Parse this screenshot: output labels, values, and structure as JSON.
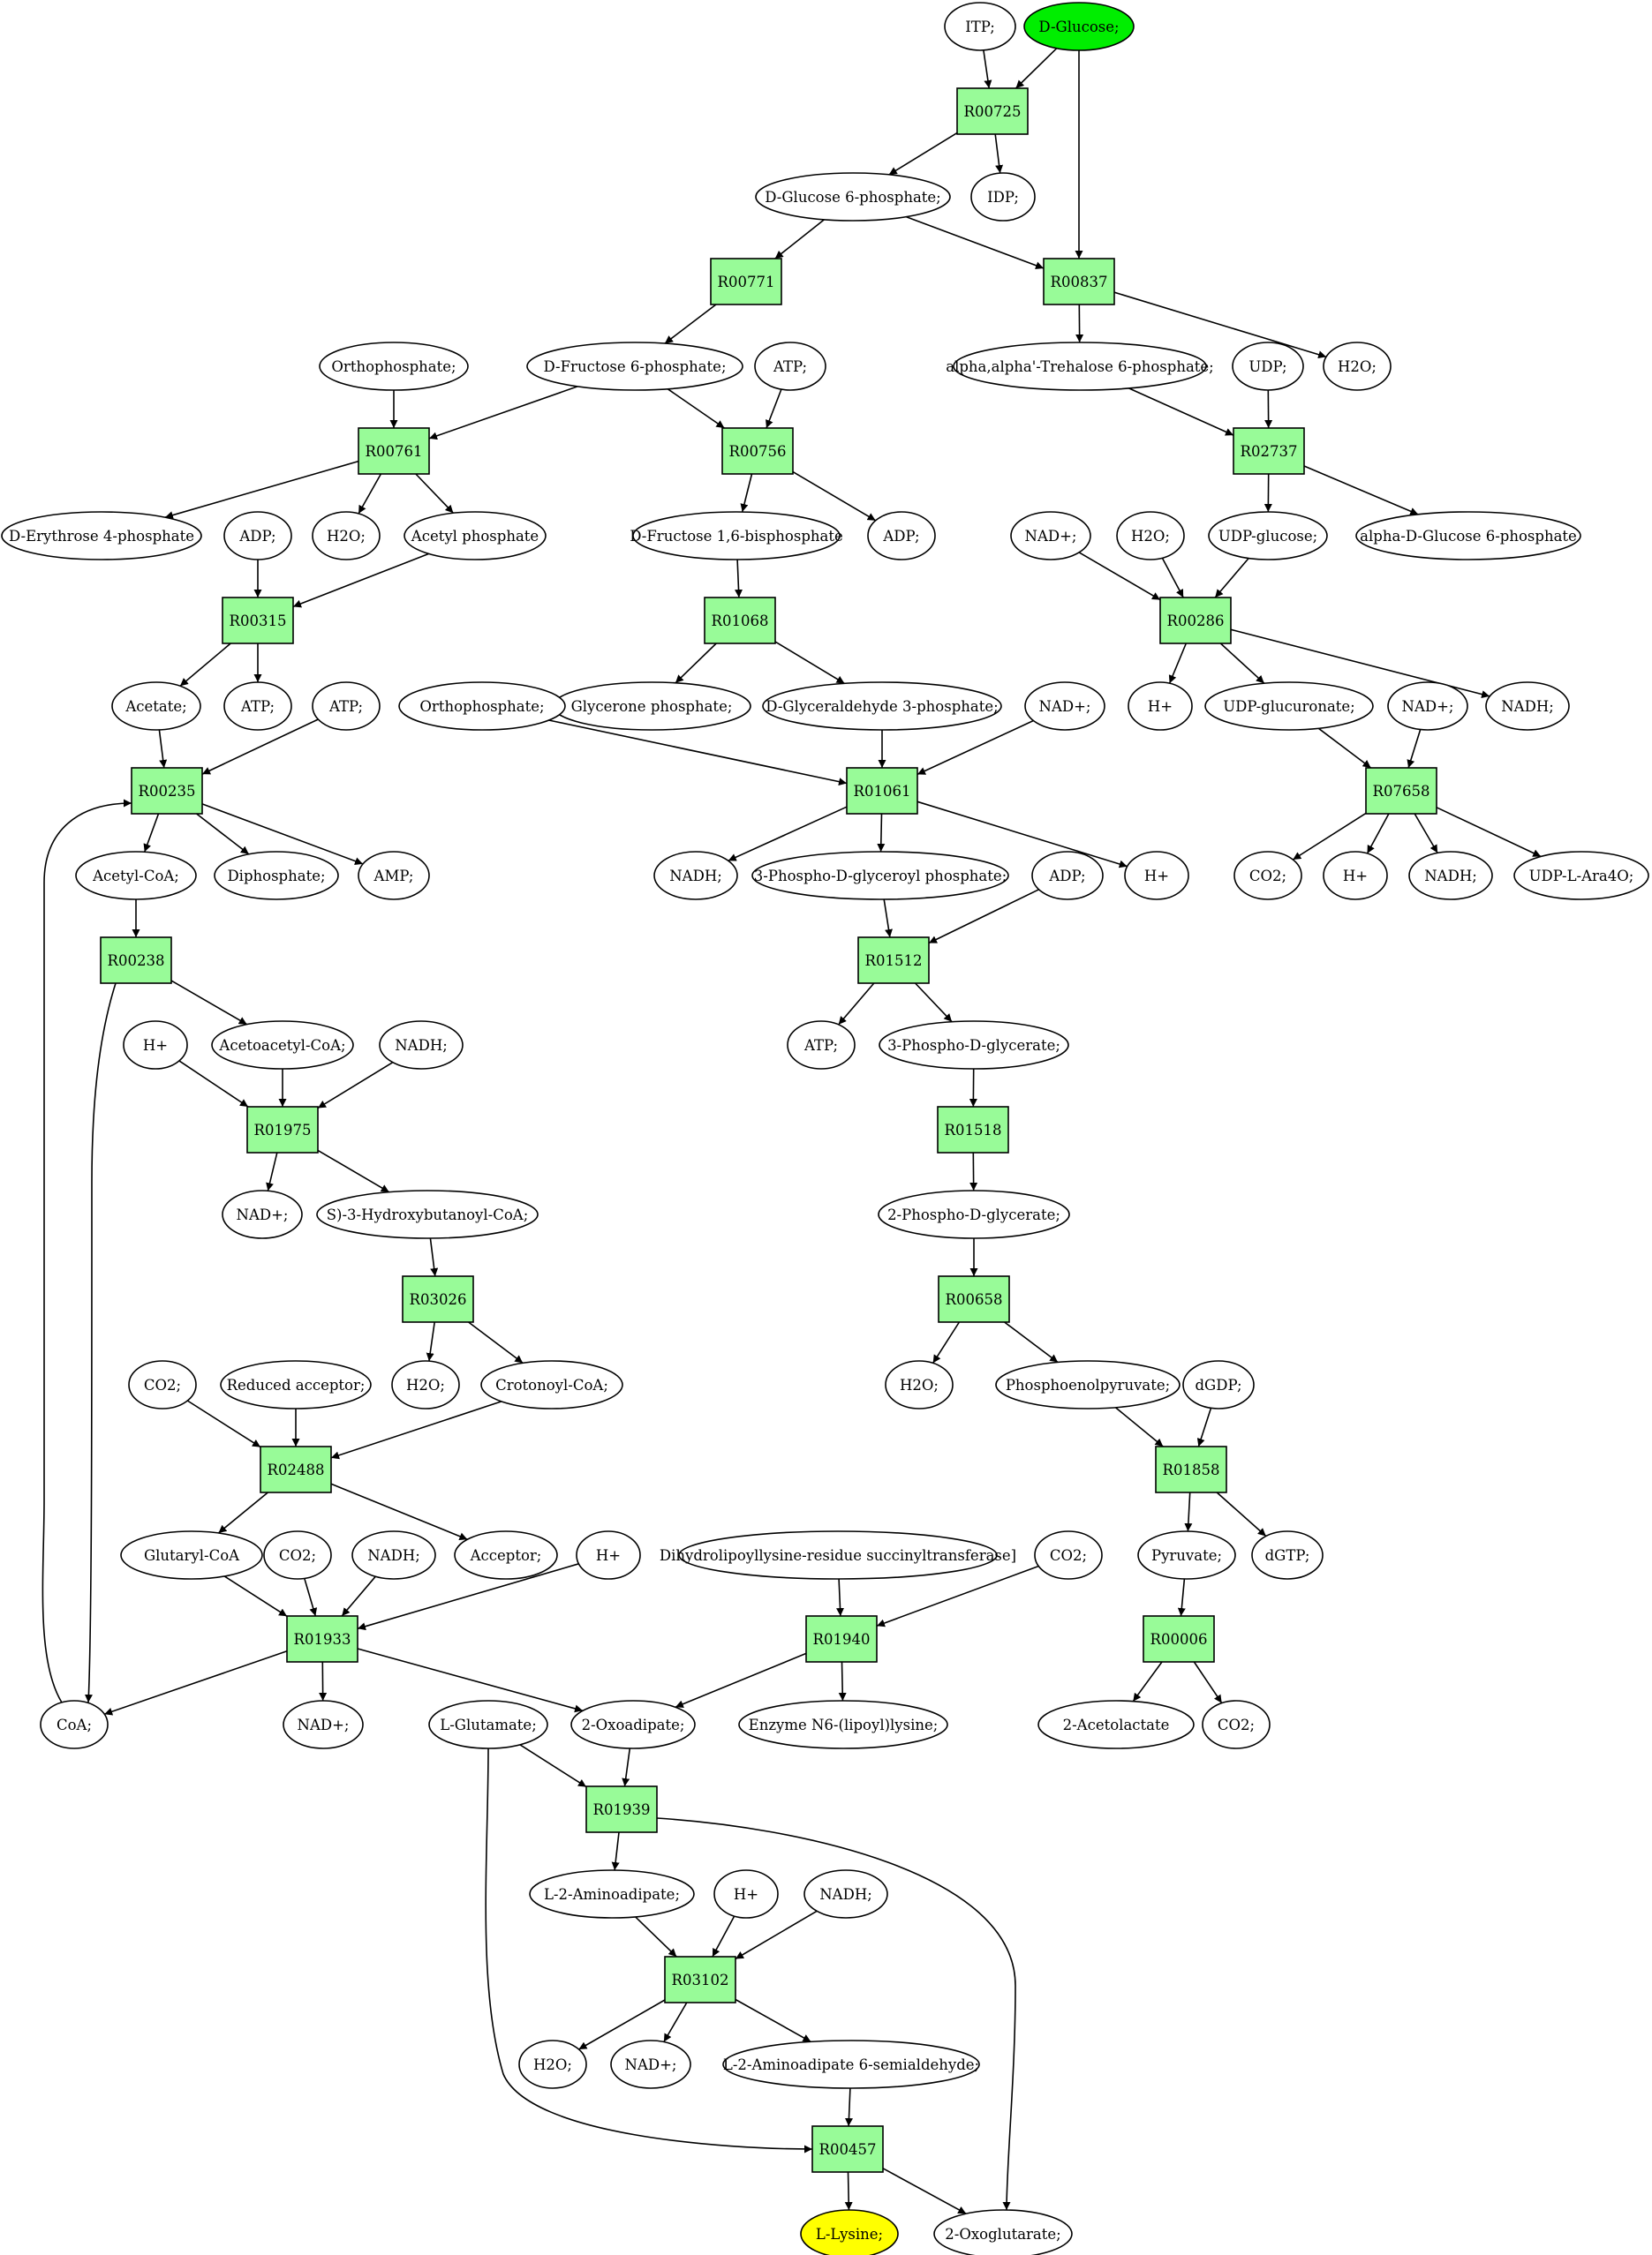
{
  "colors": {
    "reaction_fill": "#98fb98",
    "compound_fill": "#ffffff",
    "source_fill": "#00ee00",
    "target_fill": "#ffff00",
    "stroke": "#000000"
  },
  "compounds": [
    {
      "id": "itp",
      "label": "ITP;"
    },
    {
      "id": "dglucose",
      "label": "D-Glucose;",
      "role": "source"
    },
    {
      "id": "g6p",
      "label": "D-Glucose 6-phosphate;"
    },
    {
      "id": "idp",
      "label": "IDP;"
    },
    {
      "id": "f6p",
      "label": "D-Fructose 6-phosphate;"
    },
    {
      "id": "pi1",
      "label": "Orthophosphate;"
    },
    {
      "id": "atp1",
      "label": "ATP;"
    },
    {
      "id": "tre6p",
      "label": "alpha,alpha'-Trehalose 6-phosphate;"
    },
    {
      "id": "udp",
      "label": "UDP;"
    },
    {
      "id": "h2o1",
      "label": "H2O;"
    },
    {
      "id": "e4p",
      "label": "D-Erythrose 4-phosphate"
    },
    {
      "id": "h2o2",
      "label": "H2O;"
    },
    {
      "id": "acp",
      "label": "Acetyl phosphate"
    },
    {
      "id": "adp1",
      "label": "ADP;"
    },
    {
      "id": "fbp",
      "label": "D-Fructose 1,6-bisphosphate"
    },
    {
      "id": "adp2",
      "label": "ADP;"
    },
    {
      "id": "nad1",
      "label": "NAD+;"
    },
    {
      "id": "h2o3",
      "label": "H2O;"
    },
    {
      "id": "udpg",
      "label": "UDP-glucose;"
    },
    {
      "id": "ag6p",
      "label": "alpha-D-Glucose 6-phosphate"
    },
    {
      "id": "acetate",
      "label": "Acetate;"
    },
    {
      "id": "atp2",
      "label": "ATP;"
    },
    {
      "id": "atp3",
      "label": "ATP;"
    },
    {
      "id": "glycp",
      "label": "Glycerone phosphate;"
    },
    {
      "id": "gap",
      "label": "D-Glyceraldehyde 3-phosphate;"
    },
    {
      "id": "pi2",
      "label": "Orthophosphate;"
    },
    {
      "id": "nad2",
      "label": "NAD+;"
    },
    {
      "id": "hplus1",
      "label": "H+"
    },
    {
      "id": "udpgluc",
      "label": "UDP-glucuronate;"
    },
    {
      "id": "nad3",
      "label": "NAD+;"
    },
    {
      "id": "nadh1",
      "label": "NADH;"
    },
    {
      "id": "acoa",
      "label": "Acetyl-CoA;"
    },
    {
      "id": "ppi",
      "label": "Diphosphate;"
    },
    {
      "id": "amp",
      "label": "AMP;"
    },
    {
      "id": "nadh2",
      "label": "NADH;"
    },
    {
      "id": "bpg",
      "label": "3-Phospho-D-glyceroyl phosphate;"
    },
    {
      "id": "adp3",
      "label": "ADP;"
    },
    {
      "id": "hplus2",
      "label": "H+"
    },
    {
      "id": "co2a",
      "label": "CO2;"
    },
    {
      "id": "hplus3",
      "label": "H+"
    },
    {
      "id": "nadh3",
      "label": "NADH;"
    },
    {
      "id": "udpara",
      "label": "UDP-L-Ara4O;"
    },
    {
      "id": "hplus4",
      "label": "H+"
    },
    {
      "id": "aacoa",
      "label": "Acetoacetyl-CoA;"
    },
    {
      "id": "nadh4",
      "label": "NADH;"
    },
    {
      "id": "atp4",
      "label": "ATP;"
    },
    {
      "id": "pg3",
      "label": "3-Phospho-D-glycerate;"
    },
    {
      "id": "nad4",
      "label": "NAD+;"
    },
    {
      "id": "hbcoa",
      "label": "S)-3-Hydroxybutanoyl-CoA;"
    },
    {
      "id": "pg2",
      "label": "2-Phospho-D-glycerate;"
    },
    {
      "id": "co2b",
      "label": "CO2;"
    },
    {
      "id": "redacc",
      "label": "Reduced acceptor;"
    },
    {
      "id": "h2o4",
      "label": "H2O;"
    },
    {
      "id": "crcoa",
      "label": "Crotonoyl-CoA;"
    },
    {
      "id": "h2o5",
      "label": "H2O;"
    },
    {
      "id": "pep",
      "label": "Phosphoenolpyruvate;"
    },
    {
      "id": "dgdp",
      "label": "dGDP;"
    },
    {
      "id": "glcoa",
      "label": "Glutaryl-CoA"
    },
    {
      "id": "co2c",
      "label": "CO2;"
    },
    {
      "id": "nadh5",
      "label": "NADH;"
    },
    {
      "id": "acc",
      "label": "Acceptor;"
    },
    {
      "id": "hplus5",
      "label": "H+"
    },
    {
      "id": "dlst",
      "label": "Dihydrolipoyllysine-residue succinyltransferase]"
    },
    {
      "id": "co2d",
      "label": "CO2;"
    },
    {
      "id": "pyr",
      "label": "Pyruvate;"
    },
    {
      "id": "dgtp",
      "label": "dGTP;"
    },
    {
      "id": "coa",
      "label": "CoA;"
    },
    {
      "id": "nad5",
      "label": "NAD+;"
    },
    {
      "id": "lglu",
      "label": "L-Glutamate;"
    },
    {
      "id": "oxoad",
      "label": "2-Oxoadipate;"
    },
    {
      "id": "lipoyl",
      "label": "Enzyme N6-(lipoyl)lysine;"
    },
    {
      "id": "acl",
      "label": "2-Acetolactate"
    },
    {
      "id": "co2e",
      "label": "CO2;"
    },
    {
      "id": "l2aa",
      "label": "L-2-Aminoadipate;"
    },
    {
      "id": "hplus6",
      "label": "H+"
    },
    {
      "id": "nadh6",
      "label": "NADH;"
    },
    {
      "id": "h2o6",
      "label": "H2O;"
    },
    {
      "id": "nad6",
      "label": "NAD+;"
    },
    {
      "id": "l2aas",
      "label": "L-2-Aminoadipate 6-semialdehyde;"
    },
    {
      "id": "llys",
      "label": "L-Lysine;",
      "role": "target"
    },
    {
      "id": "oxoglu",
      "label": "2-Oxoglutarate;"
    }
  ],
  "reactions": [
    {
      "id": "R00725",
      "label": "R00725"
    },
    {
      "id": "R00771",
      "label": "R00771"
    },
    {
      "id": "R00837",
      "label": "R00837"
    },
    {
      "id": "R00761",
      "label": "R00761"
    },
    {
      "id": "R00756",
      "label": "R00756"
    },
    {
      "id": "R02737",
      "label": "R02737"
    },
    {
      "id": "R00315",
      "label": "R00315"
    },
    {
      "id": "R01068",
      "label": "R01068"
    },
    {
      "id": "R00286",
      "label": "R00286"
    },
    {
      "id": "R00235",
      "label": "R00235"
    },
    {
      "id": "R01061",
      "label": "R01061"
    },
    {
      "id": "R07658",
      "label": "R07658"
    },
    {
      "id": "R00238",
      "label": "R00238"
    },
    {
      "id": "R01512",
      "label": "R01512"
    },
    {
      "id": "R01975",
      "label": "R01975"
    },
    {
      "id": "R01518",
      "label": "R01518"
    },
    {
      "id": "R03026",
      "label": "R03026"
    },
    {
      "id": "R00658",
      "label": "R00658"
    },
    {
      "id": "R02488",
      "label": "R02488"
    },
    {
      "id": "R01858",
      "label": "R01858"
    },
    {
      "id": "R01933",
      "label": "R01933"
    },
    {
      "id": "R01940",
      "label": "R01940"
    },
    {
      "id": "R00006",
      "label": "R00006"
    },
    {
      "id": "R01939",
      "label": "R01939"
    },
    {
      "id": "R03102",
      "label": "R03102"
    },
    {
      "id": "R00457",
      "label": "R00457"
    }
  ],
  "edges": [
    [
      "itp",
      "R00725"
    ],
    [
      "dglucose",
      "R00725"
    ],
    [
      "dglucose",
      "R00837"
    ],
    [
      "R00725",
      "g6p"
    ],
    [
      "R00725",
      "idp"
    ],
    [
      "g6p",
      "R00771"
    ],
    [
      "g6p",
      "R00837"
    ],
    [
      "R00771",
      "f6p"
    ],
    [
      "R00837",
      "tre6p"
    ],
    [
      "R00837",
      "h2o1"
    ],
    [
      "f6p",
      "R00761"
    ],
    [
      "pi1",
      "R00761"
    ],
    [
      "f6p",
      "R00756"
    ],
    [
      "atp1",
      "R00756"
    ],
    [
      "tre6p",
      "R02737"
    ],
    [
      "udp",
      "R02737"
    ],
    [
      "R00761",
      "e4p"
    ],
    [
      "R00761",
      "h2o2"
    ],
    [
      "R00761",
      "acp"
    ],
    [
      "R00756",
      "fbp"
    ],
    [
      "R00756",
      "adp2"
    ],
    [
      "R02737",
      "udpg"
    ],
    [
      "R02737",
      "ag6p"
    ],
    [
      "adp1",
      "R00315"
    ],
    [
      "acp",
      "R00315"
    ],
    [
      "fbp",
      "R01068"
    ],
    [
      "nad1",
      "R00286"
    ],
    [
      "h2o3",
      "R00286"
    ],
    [
      "udpg",
      "R00286"
    ],
    [
      "R00315",
      "acetate"
    ],
    [
      "R00315",
      "atp2"
    ],
    [
      "R01068",
      "glycp"
    ],
    [
      "R01068",
      "gap"
    ],
    [
      "R00286",
      "hplus1"
    ],
    [
      "R00286",
      "udpgluc"
    ],
    [
      "R00286",
      "nadh1"
    ],
    [
      "acetate",
      "R00235"
    ],
    [
      "atp3",
      "R00235"
    ],
    [
      "gap",
      "R01061"
    ],
    [
      "pi2",
      "R01061"
    ],
    [
      "nad2",
      "R01061"
    ],
    [
      "udpgluc",
      "R07658"
    ],
    [
      "nad3",
      "R07658"
    ],
    [
      "R00235",
      "acoa"
    ],
    [
      "R00235",
      "ppi"
    ],
    [
      "R00235",
      "amp"
    ],
    [
      "R01061",
      "nadh2"
    ],
    [
      "R01061",
      "bpg"
    ],
    [
      "R01061",
      "hplus2"
    ],
    [
      "R07658",
      "co2a"
    ],
    [
      "R07658",
      "hplus3"
    ],
    [
      "R07658",
      "nadh3"
    ],
    [
      "R07658",
      "udpara"
    ],
    [
      "acoa",
      "R00238"
    ],
    [
      "bpg",
      "R01512"
    ],
    [
      "adp3",
      "R01512"
    ],
    [
      "R00238",
      "aacoa"
    ],
    [
      "R00238",
      "coa"
    ],
    [
      "R01512",
      "atp4"
    ],
    [
      "R01512",
      "pg3"
    ],
    [
      "hplus4",
      "R01975"
    ],
    [
      "aacoa",
      "R01975"
    ],
    [
      "nadh4",
      "R01975"
    ],
    [
      "pg3",
      "R01518"
    ],
    [
      "R01975",
      "nad4"
    ],
    [
      "R01975",
      "hbcoa"
    ],
    [
      "R01518",
      "pg2"
    ],
    [
      "hbcoa",
      "R03026"
    ],
    [
      "pg2",
      "R00658"
    ],
    [
      "R03026",
      "h2o4"
    ],
    [
      "R03026",
      "crcoa"
    ],
    [
      "R00658",
      "h2o5"
    ],
    [
      "R00658",
      "pep"
    ],
    [
      "co2b",
      "R02488"
    ],
    [
      "redacc",
      "R02488"
    ],
    [
      "crcoa",
      "R02488"
    ],
    [
      "pep",
      "R01858"
    ],
    [
      "dgdp",
      "R01858"
    ],
    [
      "R02488",
      "glcoa"
    ],
    [
      "R02488",
      "acc"
    ],
    [
      "R01858",
      "pyr"
    ],
    [
      "R01858",
      "dgtp"
    ],
    [
      "glcoa",
      "R01933"
    ],
    [
      "co2c",
      "R01933"
    ],
    [
      "nadh5",
      "R01933"
    ],
    [
      "hplus5",
      "R01933"
    ],
    [
      "dlst",
      "R01940"
    ],
    [
      "co2d",
      "R01940"
    ],
    [
      "pyr",
      "R00006"
    ],
    [
      "R01933",
      "coa"
    ],
    [
      "R01933",
      "nad5"
    ],
    [
      "R01933",
      "oxoad"
    ],
    [
      "R01940",
      "oxoad"
    ],
    [
      "R01940",
      "lipoyl"
    ],
    [
      "R00006",
      "acl"
    ],
    [
      "R00006",
      "co2e"
    ],
    [
      "coa",
      "R00235"
    ],
    [
      "lglu",
      "R01939"
    ],
    [
      "oxoad",
      "R01939"
    ],
    [
      "R01939",
      "l2aa"
    ],
    [
      "R01939",
      "oxoglu"
    ],
    [
      "l2aa",
      "R03102"
    ],
    [
      "hplus6",
      "R03102"
    ],
    [
      "nadh6",
      "R03102"
    ],
    [
      "R03102",
      "h2o6"
    ],
    [
      "R03102",
      "nad6"
    ],
    [
      "R03102",
      "l2aas"
    ],
    [
      "l2aas",
      "R00457"
    ],
    [
      "lglu",
      "R00457"
    ],
    [
      "R00457",
      "llys"
    ],
    [
      "R00457",
      "oxoglu"
    ]
  ]
}
